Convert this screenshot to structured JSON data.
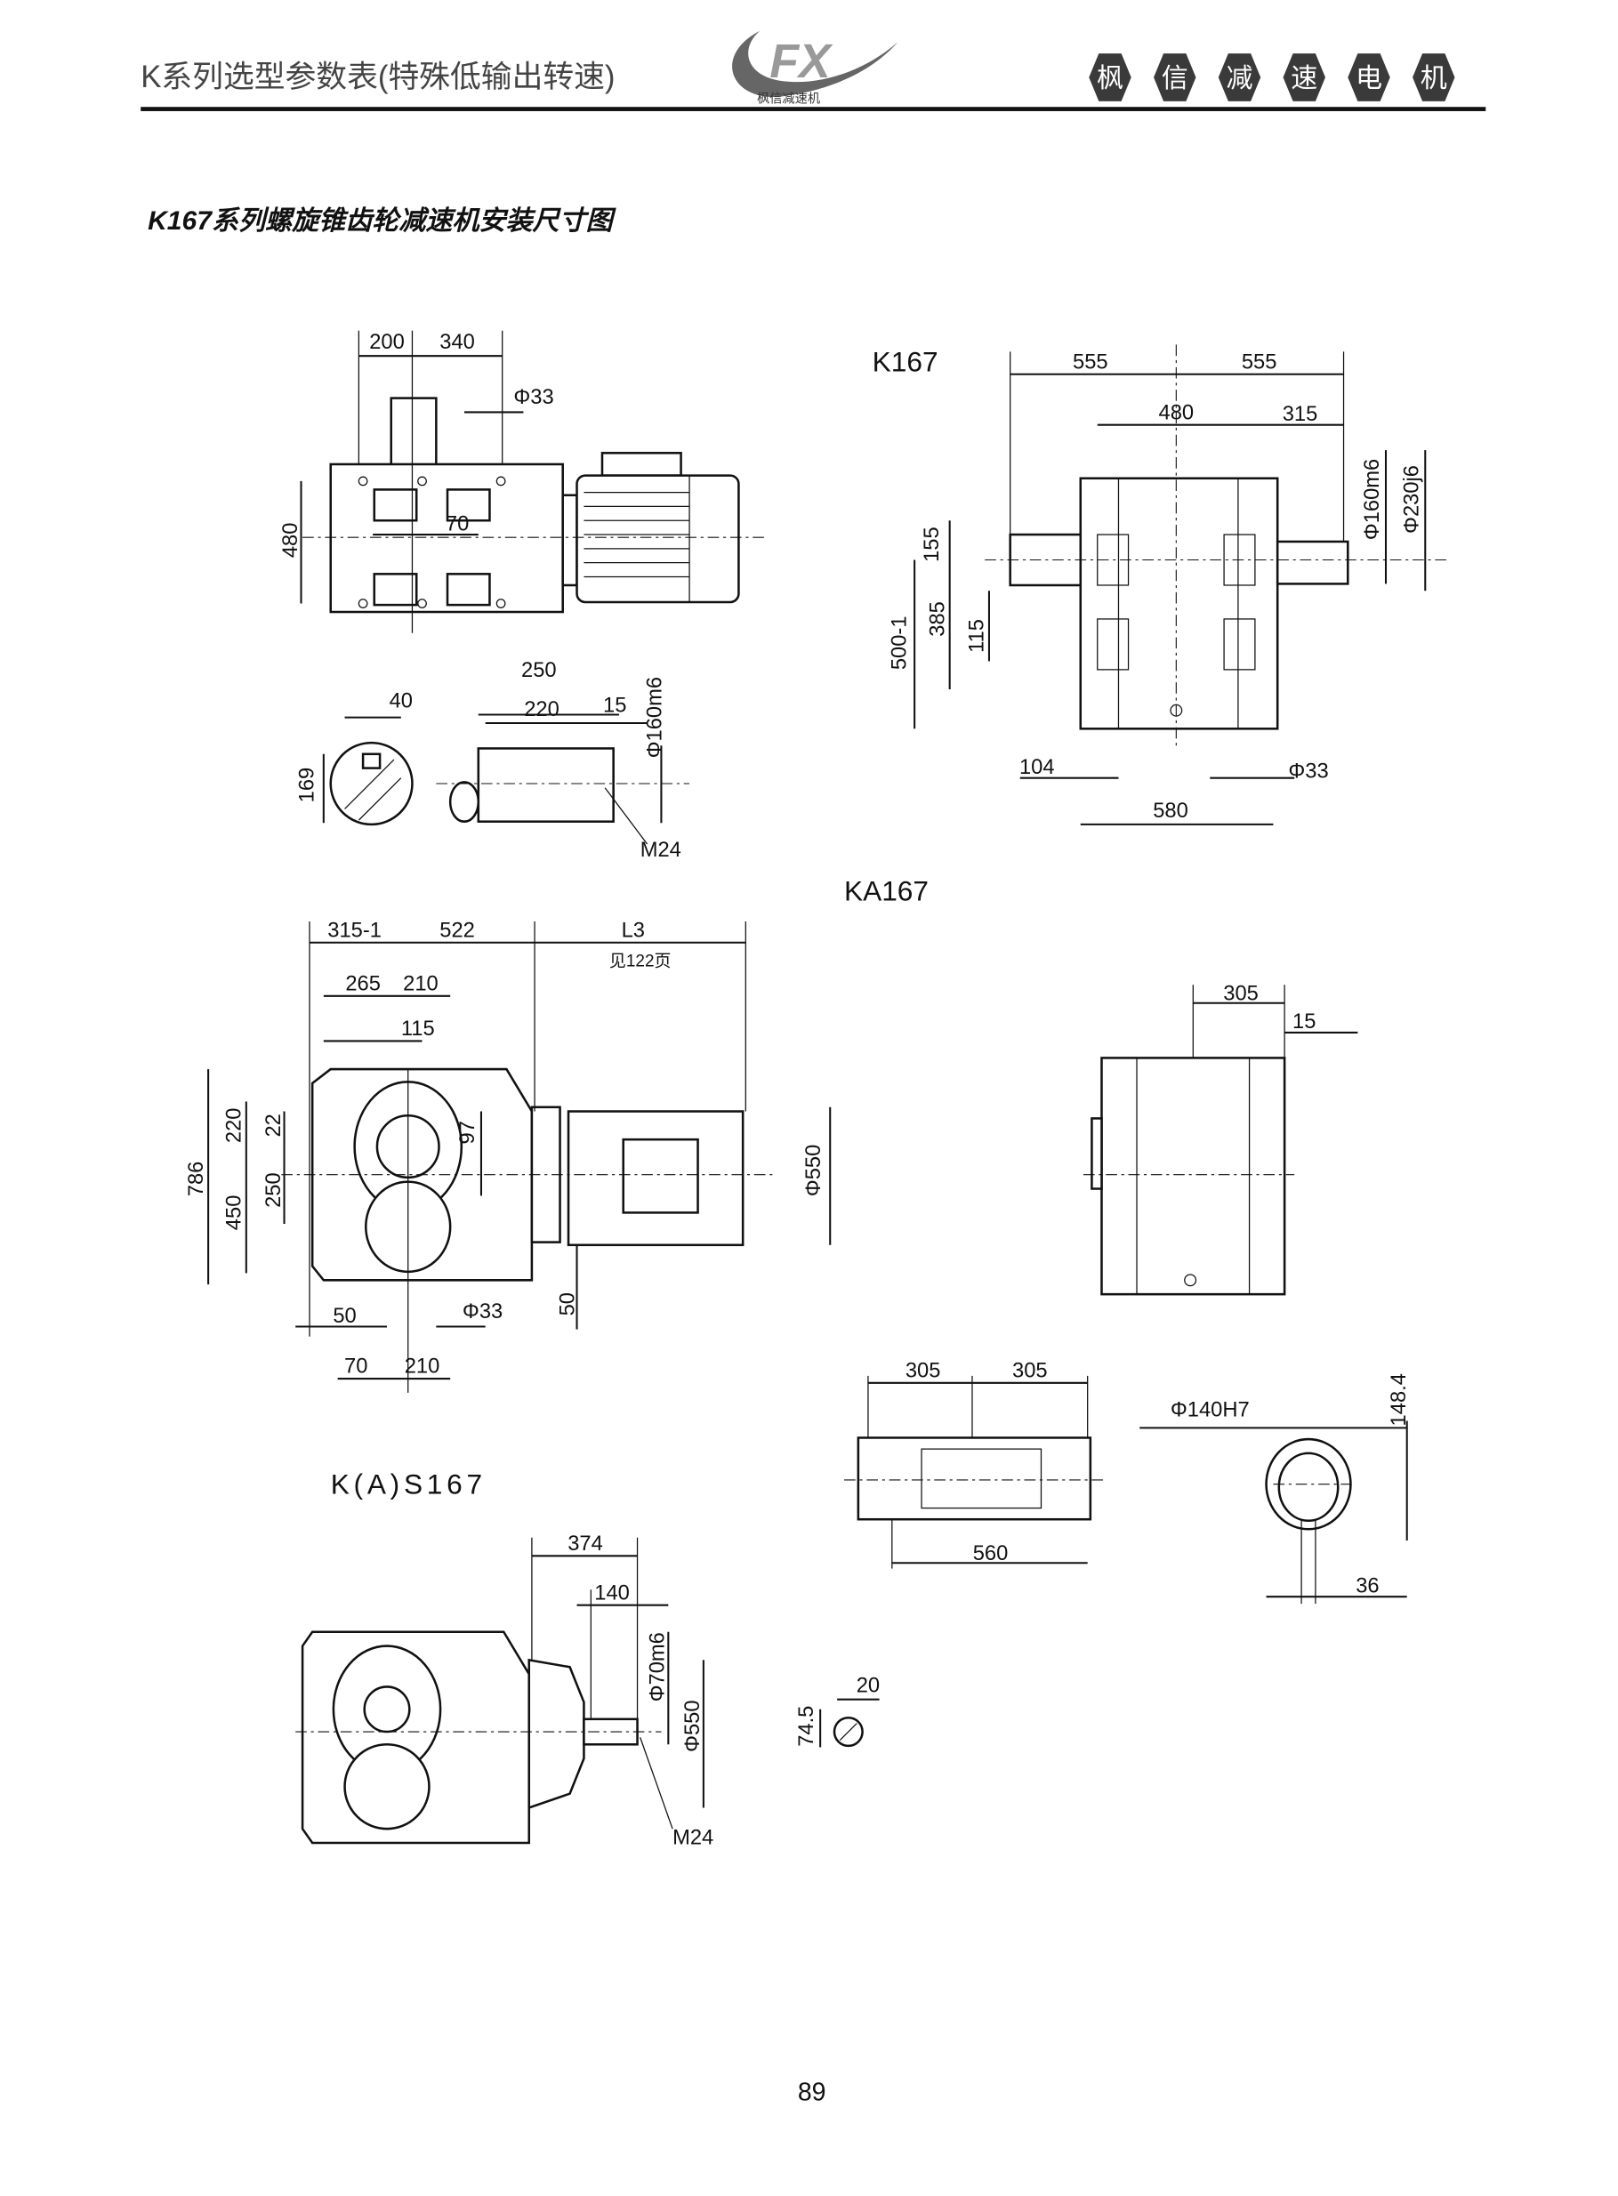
{
  "header": {
    "title": "K系列选型参数表(特殊低输出转速)",
    "logo_text": "FX",
    "logo_caption": "枫信减速机",
    "brand_badges": [
      "枫",
      "信",
      "减",
      "速",
      "电",
      "机"
    ]
  },
  "section_title": "K167系列螺旋锥齿轮减速机安装尺寸图",
  "k167_top_view": {
    "dims": {
      "d200": "200",
      "d340": "340",
      "phi33": "Φ33",
      "d480": "480",
      "d70": "70"
    }
  },
  "output_shaft_detail": {
    "dims": {
      "d40": "40",
      "d169": "169",
      "d250": "250",
      "d220": "220",
      "d15": "15",
      "phi160m6": "Φ160m6",
      "m24": "M24"
    }
  },
  "k167_side_view": {
    "label": "K167",
    "dims": {
      "d555a": "555",
      "d555b": "555",
      "d480": "480",
      "d315": "315",
      "phi160m6": "Φ160m6",
      "phi230j6": "Φ230j6",
      "d155": "155",
      "d385": "385",
      "d115": "115",
      "d500_1": "500-1",
      "d104": "104",
      "phi33": "Φ33",
      "d580": "580"
    }
  },
  "ka167_front_view": {
    "label": "KA167",
    "dims": {
      "d315_1": "315-1",
      "d522": "522",
      "l3": "L3",
      "l3_note": "见122页",
      "d265": "265",
      "d210a": "210",
      "d115": "115",
      "d786": "786",
      "d220": "220",
      "d22": "22",
      "d250": "250",
      "d450": "450",
      "d97": "97",
      "phi550": "Φ550",
      "d50a": "50",
      "phi33": "Φ33",
      "d50b": "50",
      "d70": "70",
      "d210b": "210"
    }
  },
  "ka167_side_view": {
    "dims": {
      "d305": "305",
      "d15": "15"
    }
  },
  "hollow_shaft_section": {
    "dims": {
      "d305a": "305",
      "d305b": "305",
      "d560": "560"
    }
  },
  "hollow_shaft_bore": {
    "dims": {
      "phi140h7": "Φ140H7",
      "d148_4": "148.4",
      "d36": "36"
    }
  },
  "kas167_view": {
    "label": "K(A)S167",
    "dims": {
      "d374": "374",
      "d140": "140",
      "phi70m6": "Φ70m6",
      "phi550": "Φ550",
      "m24": "M24",
      "d20": "20",
      "d74_5": "74.5"
    }
  },
  "page_number": "89",
  "colors": {
    "ink": "#111111",
    "logo_gray": "#777777",
    "badge_bg": "#3a3a3a"
  }
}
